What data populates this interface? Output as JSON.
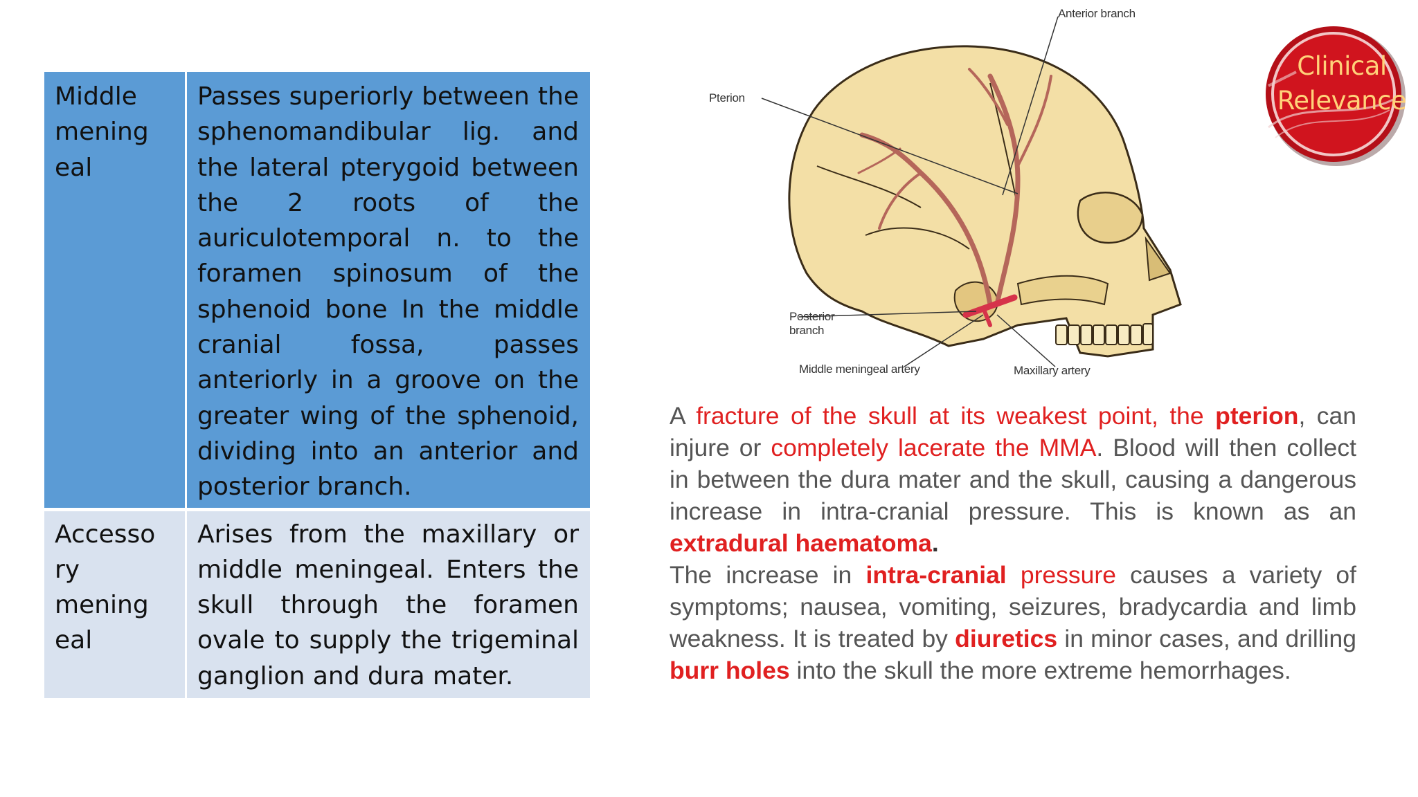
{
  "table": {
    "rows": [
      {
        "name": "Middle mening eal",
        "description": "Passes superiorly between the sphenomandibular lig. and the lateral pterygoid between the 2 roots of the auriculotemporal n. to the foramen spinosum of the sphenoid bone In the middle cranial fossa, passes anteriorly in a groove on the greater wing of the sphenoid, dividing into an anterior and posterior branch."
      },
      {
        "name": "Accesso ry mening eal",
        "description": "Arises from the maxillary or middle meningeal. Enters the skull through the foramen ovale to supply the trigeminal ganglion and dura mater."
      }
    ]
  },
  "figure": {
    "labels": {
      "anterior_branch": "Anterior branch",
      "pterion": "Pterion",
      "posterior_branch_line1": "Posterior",
      "posterior_branch_line2": "branch",
      "middle_meningeal_artery": "Middle meningeal artery",
      "maxillary_artery": "Maxillary artery"
    }
  },
  "badge": {
    "line1": "Clinical",
    "line2": "Relevance",
    "colors": {
      "red": "#c8101a",
      "text": "#ffd27a"
    }
  },
  "paragraph": {
    "p1": {
      "s1": "A ",
      "s2": "fracture of the skull at its weakest point, the ",
      "s3": "pterion",
      "s4": ", can injure or ",
      "s5": "completely lacerate the MMA",
      "s6": ". Blood will then collect in between the dura mater and the skull, causing a dangerous increase in intra-cranial pressure. This is known as an ",
      "s7": "extradural haematoma",
      "s8": "."
    },
    "p2": {
      "s1": "The increase in ",
      "s2": "intra-cranial",
      "s3": " ",
      "s4": "pressure",
      "s5": " causes a variety of symptoms; nausea, vomiting, seizures, bradycardia and limb weakness. It is treated by ",
      "s6": "diuretics",
      "s7": " ",
      "s8": "in minor cases, and drilling ",
      "s9": "burr holes",
      "s10": " into the skull the more extreme hemorrhages."
    },
    "colors": {
      "text": "#555555",
      "highlight": "#e02020"
    }
  }
}
